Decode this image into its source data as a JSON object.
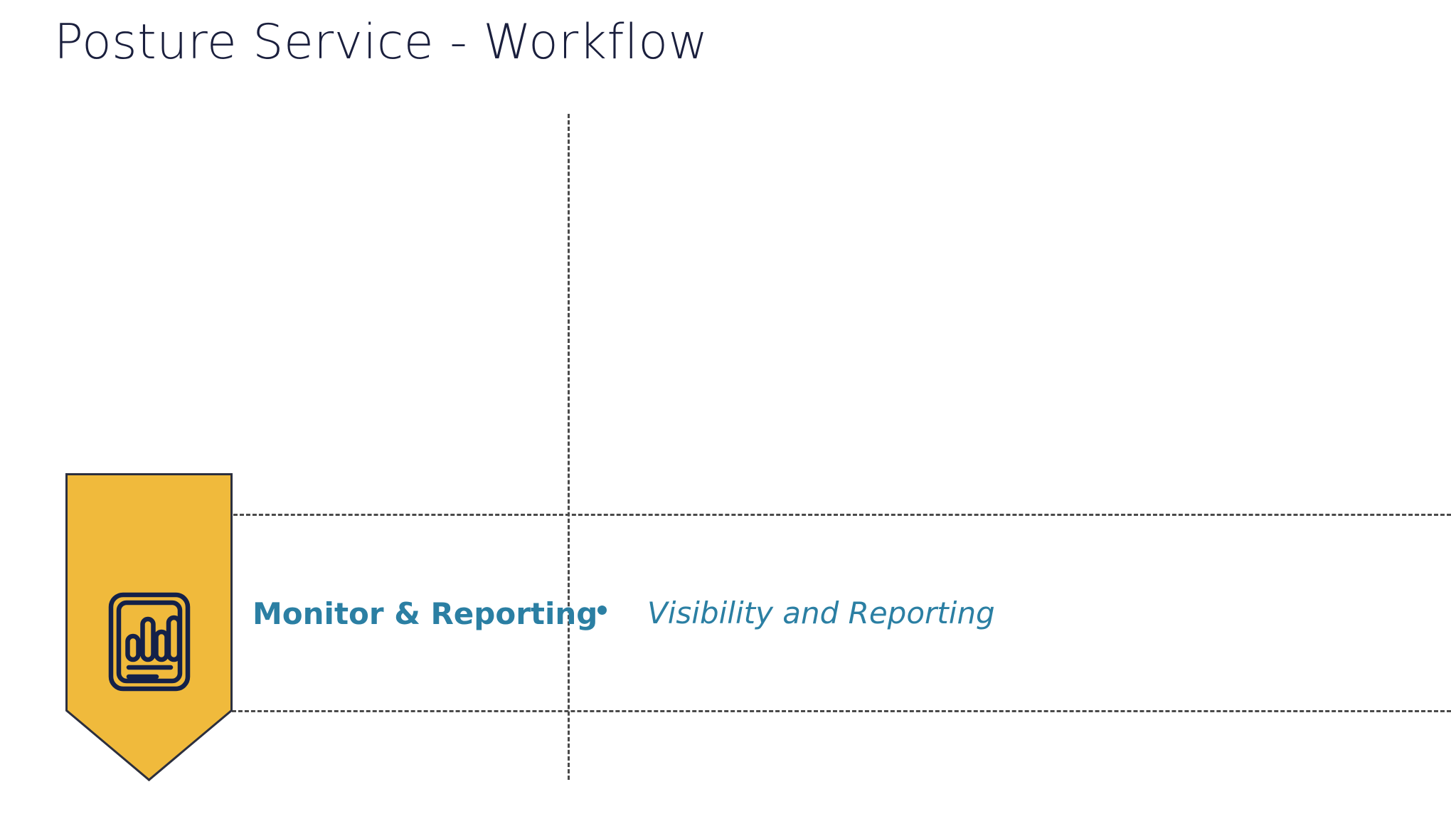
{
  "slide": {
    "title": "Posture Service - Workflow",
    "background_color": "#ffffff"
  },
  "colors": {
    "title_navy": "#1a1f3d",
    "banner_yellow": "#f0ba3c",
    "banner_outline": "#2b2f3f",
    "accent_teal": "#2b7fa3",
    "dash_gray": "#4a4a4a",
    "icon_navy": "#142149"
  },
  "workflow": {
    "rows": [
      {
        "stage_label": "Monitor & Reporting",
        "icon": "report-chart-icon",
        "bullets": [
          "Visibility and Reporting"
        ]
      }
    ]
  },
  "guides": {
    "vertical_divider": "dashed",
    "horizontal_top": "dashed",
    "horizontal_bottom": "dashed"
  }
}
